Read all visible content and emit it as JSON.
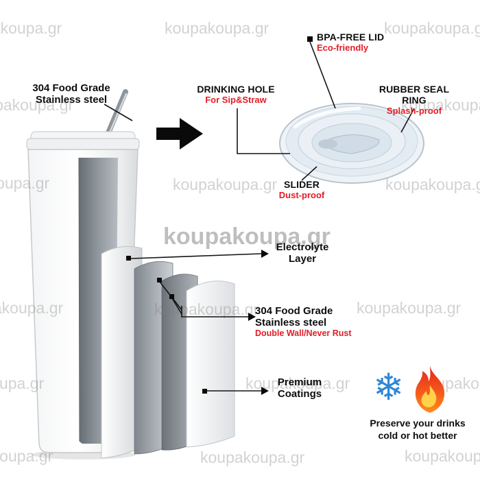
{
  "watermark": {
    "text": "koupakoupa.gr"
  },
  "material_label": {
    "line1": "304 Food Grade",
    "line2": "Stainless steel"
  },
  "lid_callouts": {
    "bpa": {
      "title": "BPA-FREE LID",
      "subtitle": "Eco-friendly"
    },
    "drinking_hole": {
      "title": "DRINKING HOLE",
      "subtitle": "For Sip&Straw"
    },
    "seal_ring": {
      "title": "RUBBER SEAL RING",
      "subtitle": "Splash-proof"
    },
    "slider": {
      "title": "SLIDER",
      "subtitle": "Dust-proof"
    }
  },
  "layer_callouts": {
    "electrolyte": {
      "line1": "Electrolyte",
      "line2": "Layer"
    },
    "steel": {
      "line1": "304 Food Grade",
      "line2": "Stainless steel",
      "subtitle": "Double Wall/Never Rust"
    },
    "coatings": {
      "line1": "Premium",
      "line2": "Coatings"
    }
  },
  "footer": {
    "line1": "Preserve your drinks",
    "line2": "cold or hot better"
  },
  "icons": {
    "snowflake_glyph": "❄"
  },
  "colors": {
    "accent_red": "#e31c25",
    "snowflake_blue": "#2e86d5",
    "flame_red": "#e8251a",
    "flame_orange": "#ff8d1e",
    "flame_yellow": "#ffd24a"
  }
}
